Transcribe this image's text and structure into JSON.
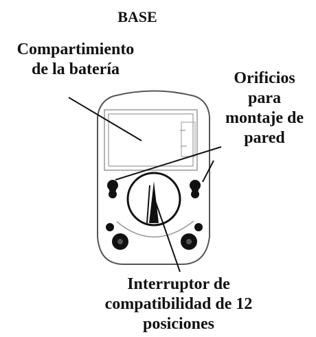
{
  "diagram": {
    "title": "BASE",
    "labels": {
      "battery_compartment": "Compartimiento\nde la batería",
      "wall_mount_holes": "Orificios\npara\nmontaje de\npared",
      "selector_switch": "Interruptor de\ncompatibilidad de 12\nposiciones"
    }
  },
  "colors": {
    "ink": "#111111",
    "outline": "#555555",
    "light_outline": "#999999",
    "background": "#ffffff"
  }
}
